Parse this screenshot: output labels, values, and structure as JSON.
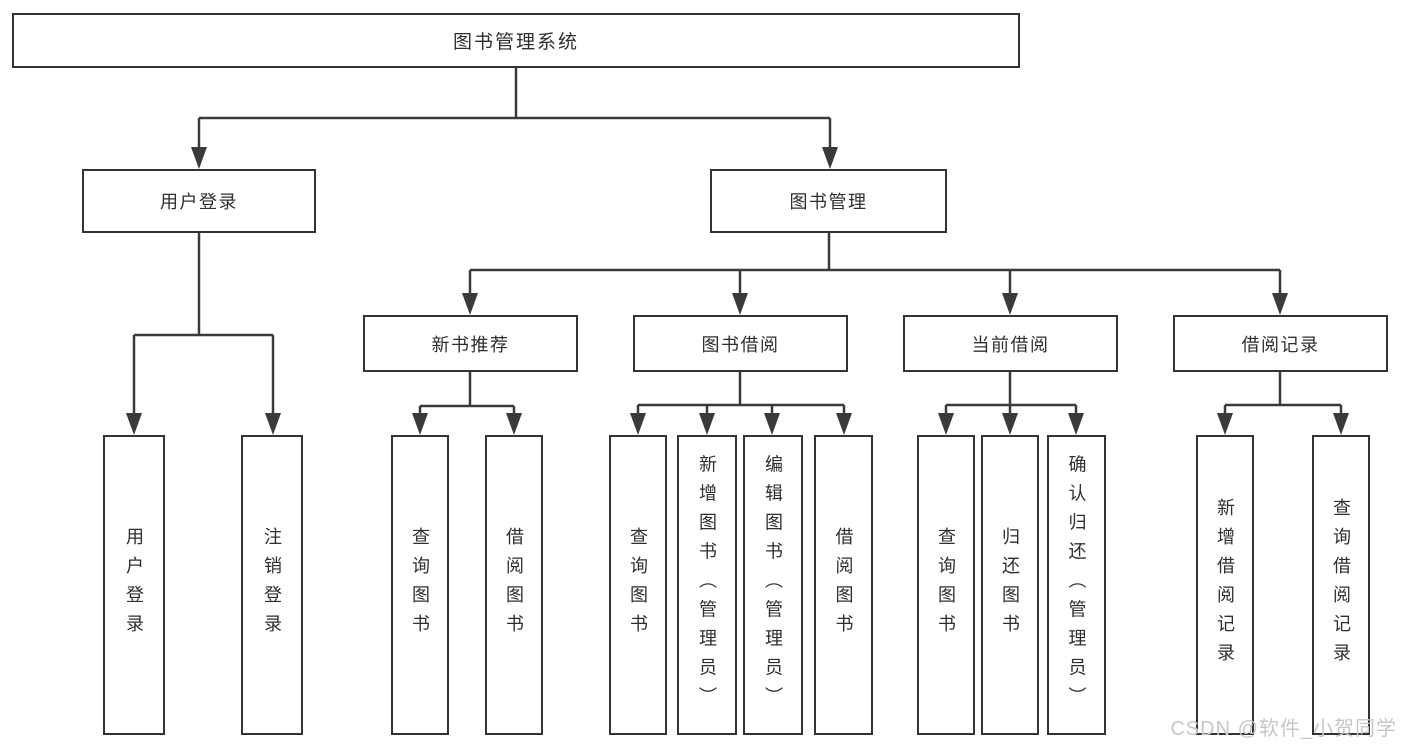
{
  "tree": {
    "root": {
      "label": "图书管理系统"
    },
    "branches": [
      {
        "label": "用户登录",
        "children": [
          {
            "label": "用户登录"
          },
          {
            "label": "注销登录"
          }
        ]
      },
      {
        "label": "图书管理",
        "groups": [
          {
            "label": "新书推荐",
            "children": [
              {
                "label": "查询图书"
              },
              {
                "label": "借阅图书"
              }
            ]
          },
          {
            "label": "图书借阅",
            "children": [
              {
                "label": "查询图书"
              },
              {
                "label": "新增图书（管理员）"
              },
              {
                "label": "编辑图书（管理员）"
              },
              {
                "label": "借阅图书"
              }
            ]
          },
          {
            "label": "当前借阅",
            "children": [
              {
                "label": "查询图书"
              },
              {
                "label": "归还图书"
              },
              {
                "label": "确认归还（管理员）"
              }
            ]
          },
          {
            "label": "借阅记录",
            "children": [
              {
                "label": "新增借阅记录"
              },
              {
                "label": "查询借阅记录"
              }
            ]
          }
        ]
      }
    ]
  },
  "watermark": {
    "text": "CSDN @软件_小贺同学"
  },
  "colors": {
    "line": "#3a3a3a",
    "box_border": "#333333",
    "text": "#2f2f2f",
    "watermark": "#c4c7cb",
    "background": "#ffffff"
  }
}
